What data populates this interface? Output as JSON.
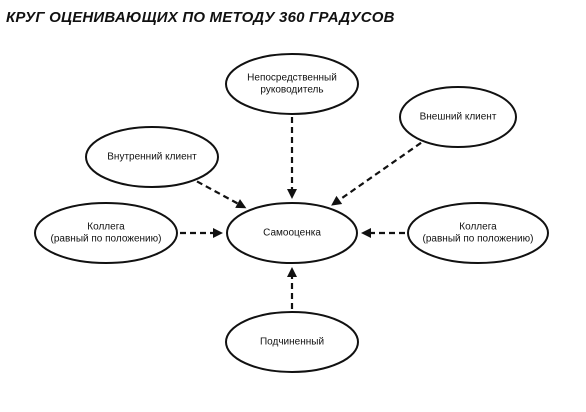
{
  "title": "КРУГ ОЦЕНИВАЮЩИХ ПО МЕТОДУ 360 ГРАДУСОВ",
  "nodes": {
    "center": {
      "lines": [
        "Самооценка"
      ]
    },
    "manager": {
      "lines": [
        "Непосредственный",
        "руководитель"
      ]
    },
    "external_client": {
      "lines": [
        "Внешний клиент"
      ]
    },
    "internal_client": {
      "lines": [
        "Внутренний клиент"
      ]
    },
    "colleague_left": {
      "lines": [
        "Коллега",
        "(равный по положению)"
      ]
    },
    "colleague_right": {
      "lines": [
        "Коллега",
        "(равный по положению)"
      ]
    },
    "subordinate": {
      "lines": [
        "Подчиненный"
      ]
    }
  },
  "edges": [
    {
      "from": "manager",
      "to": "center"
    },
    {
      "from": "external_client",
      "to": "center"
    },
    {
      "from": "internal_client",
      "to": "center"
    },
    {
      "from": "colleague_left",
      "to": "center"
    },
    {
      "from": "colleague_right",
      "to": "center"
    },
    {
      "from": "subordinate",
      "to": "center"
    }
  ]
}
